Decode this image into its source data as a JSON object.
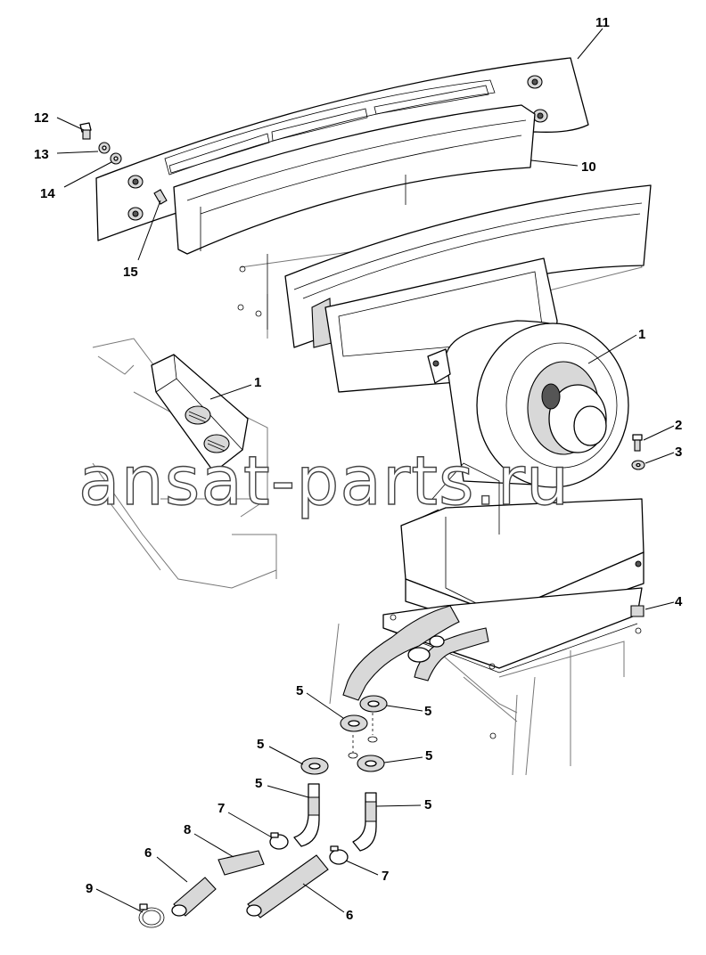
{
  "watermark": "ansat-parts.ru",
  "corner_mark": "",
  "callouts": {
    "c1a": "1",
    "c1b": "1",
    "c2": "2",
    "c3": "3",
    "c4": "4",
    "c5a": "5",
    "c5b": "5",
    "c5c": "5",
    "c5d": "5",
    "c5e": "5",
    "c5f": "5",
    "c6a": "6",
    "c6b": "6",
    "c7a": "7",
    "c7b": "7",
    "c8": "8",
    "c9": "9",
    "c10": "10",
    "c11": "11",
    "c12": "12",
    "c13": "13",
    "c14": "14",
    "c15": "15"
  }
}
